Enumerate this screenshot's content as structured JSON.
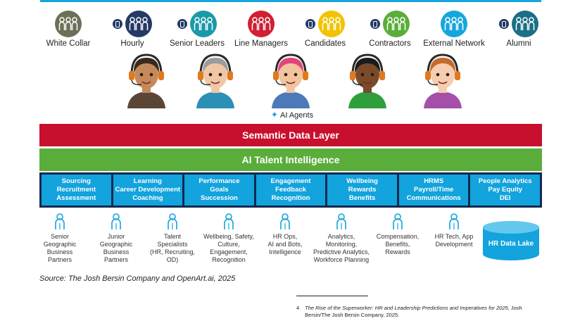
{
  "audiences": [
    {
      "label": "White Collar",
      "color": "#6b7156",
      "has_phone": false
    },
    {
      "label": "Hourly",
      "color": "#243a64",
      "has_phone": true
    },
    {
      "label": "Senior Leaders",
      "color": "#1a9aa8",
      "has_phone": true
    },
    {
      "label": "Line Managers",
      "color": "#d11f33",
      "has_phone": false
    },
    {
      "label": "Candidates",
      "color": "#f2c200",
      "has_phone": true
    },
    {
      "label": "Contractors",
      "color": "#5aad3a",
      "has_phone": true
    },
    {
      "label": "External Network",
      "color": "#15a6dd",
      "has_phone": false
    },
    {
      "label": "Alumni",
      "color": "#1b6f86",
      "has_phone": true
    }
  ],
  "agents": {
    "label": "AI Agents",
    "avatars": [
      {
        "name": "agent-1",
        "skin": "#c48a5c",
        "hair": "#3a2a1c",
        "shirt": "#5a4636"
      },
      {
        "name": "agent-2",
        "skin": "#f0c7a6",
        "hair": "#9c9c9c",
        "shirt": "#2c8fb6"
      },
      {
        "name": "agent-3",
        "skin": "#f2c49e",
        "hair": "#e0457a",
        "shirt": "#4c79b8"
      },
      {
        "name": "agent-4",
        "skin": "#7a4a2a",
        "hair": "#1b1b1b",
        "shirt": "#2f9f3c"
      },
      {
        "name": "agent-5",
        "skin": "#f5cdb0",
        "hair": "#c46a2e",
        "shirt": "#a44fa8"
      }
    ]
  },
  "layers": {
    "semantic": "Semantic Data Layer",
    "talent": "AI Talent Intelligence"
  },
  "functions": [
    [
      "Sourcing",
      "Recruitment",
      "Assessment"
    ],
    [
      "Learning",
      "Career Development",
      "Coaching"
    ],
    [
      "Performance",
      "Goals",
      "Succession"
    ],
    [
      "Engagement",
      "Feedback",
      "Recognition"
    ],
    [
      "Wellbeing",
      "Rewards",
      "Benefits"
    ],
    [
      "HRMS",
      "Payroll/Time",
      "Communications"
    ],
    [
      "People Analytics",
      "Pay Equity",
      "DEI"
    ]
  ],
  "roles": [
    [
      "Senior",
      "Geographic",
      "Business",
      "Partners"
    ],
    [
      "Junior",
      "Geographic",
      "Business",
      "Partners"
    ],
    [
      "Talent",
      "Specialists",
      "(HR, Recruiting,",
      "OD)"
    ],
    [
      "Wellbeing, Safety,",
      "Culture,",
      "Engagement,",
      "Recognition"
    ],
    [
      "HR Ops,",
      "AI and Bots,",
      "Intelligence"
    ],
    [
      "Analytics,",
      "Monitoring,",
      "Predictive Analytics,",
      "Workforce Planning"
    ],
    [
      "Compensation,",
      "Benefits,",
      "Rewards"
    ],
    [
      "HR Tech, App",
      "Development"
    ]
  ],
  "data_lake": "HR Data Lake",
  "source": "Source: The Josh Bersin Company and OpenArt.ai, 2025",
  "footnote": {
    "number": "4",
    "title": "The Rise of the Superworker: HR and Leadership Predictions and Imperatives for 2025,",
    "rest": "Josh Bersin/The Josh Bersin Company, 2025."
  },
  "colors": {
    "accent_blue": "#13a3dd",
    "navy": "#12294f",
    "red": "#c8102e",
    "green": "#5aad3a"
  }
}
